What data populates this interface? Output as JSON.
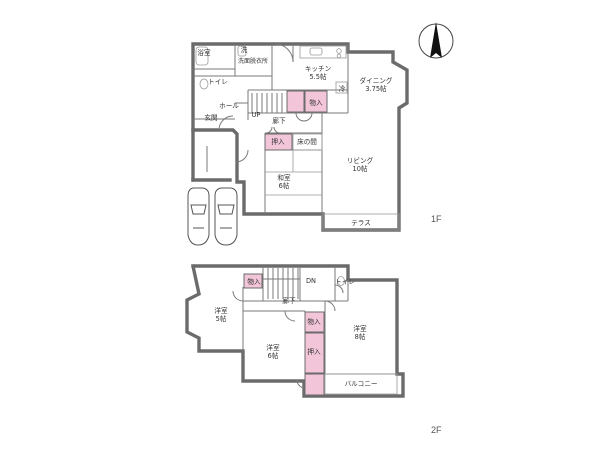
{
  "floor1": {
    "level": "1F",
    "rooms": {
      "bath": "浴室",
      "wash": "洗",
      "washroom": "洗面脱衣所",
      "toilet": "トイレ",
      "kitchen": "キッチン",
      "kitchen_size": "5.5帖",
      "dining": "ダイニング",
      "dining_size": "3.75帖",
      "fridge": "冷",
      "hall": "ホール",
      "entrance": "玄関",
      "up": "UP",
      "corridor": "廊下",
      "storage": "物入",
      "closet": "押入",
      "alcove": "床の間",
      "japanese": "和室",
      "japanese_size": "6帖",
      "living": "リビング",
      "living_size": "10帖",
      "terrace": "テラス"
    }
  },
  "floor2": {
    "level": "2F",
    "rooms": {
      "storage_top": "物入",
      "dn": "DN",
      "toilet": "トイレ",
      "corridor": "廊下",
      "western1": "洋室",
      "western1_size": "5帖",
      "western2": "洋室",
      "western2_size": "6帖",
      "western3": "洋室",
      "western3_size": "8帖",
      "storage_mid": "物入",
      "closet": "押入",
      "balcony": "バルコニー"
    }
  },
  "colors": {
    "wall": "#6b6b6b",
    "storage_fill": "#f2c5d8",
    "background": "#ffffff"
  },
  "icons": [
    "north-arrow-icon",
    "car-icon",
    "bathtub-icon",
    "toilet-icon",
    "sink-icon",
    "stove-icon",
    "fridge-icon"
  ]
}
